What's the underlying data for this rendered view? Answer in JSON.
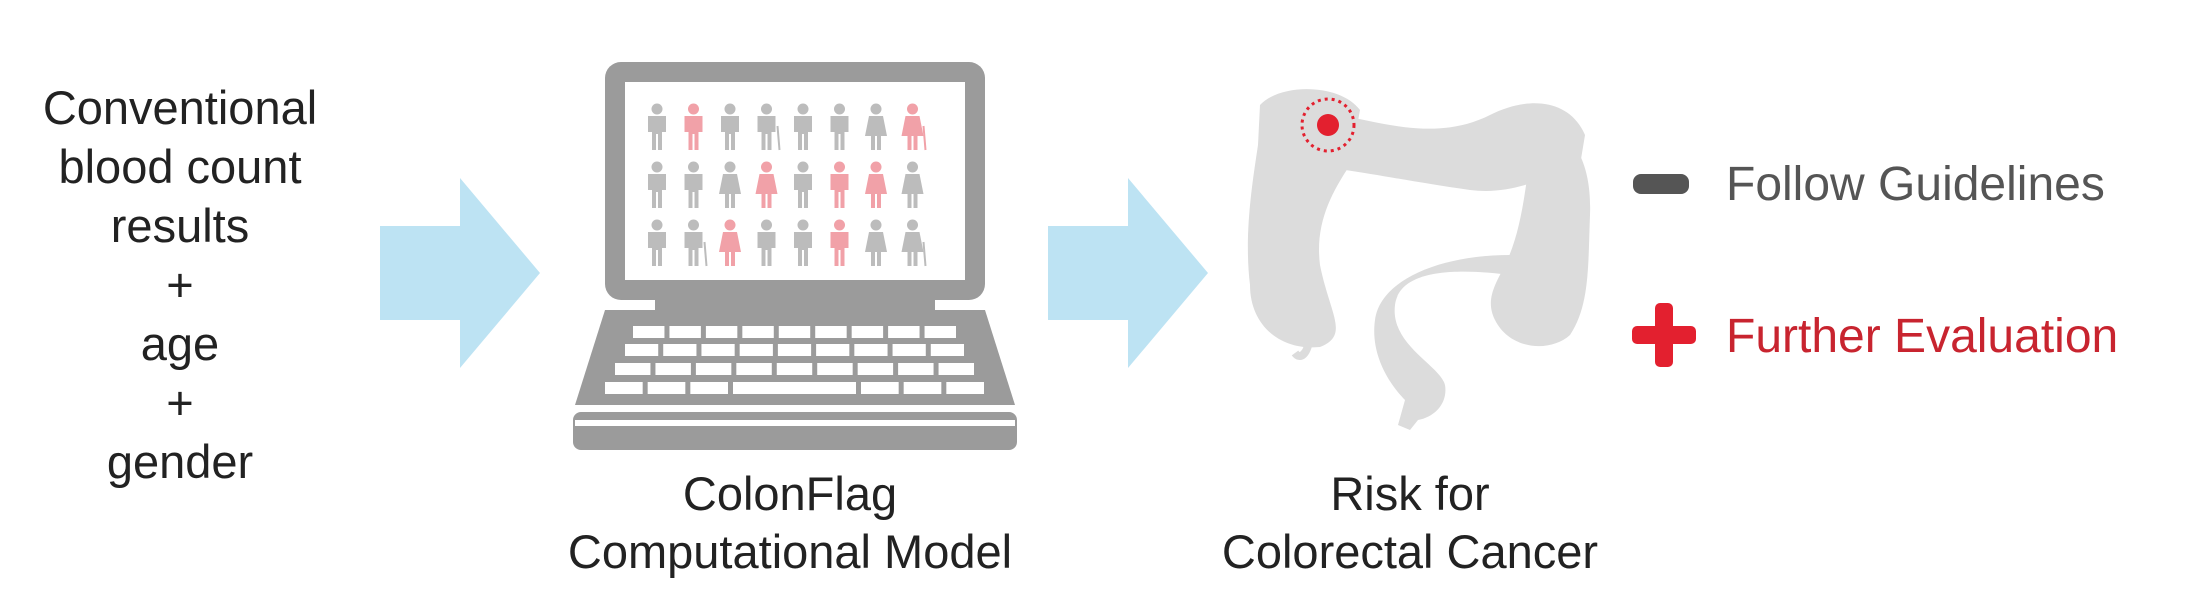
{
  "input": {
    "lines": [
      "Conventional",
      "blood count",
      "results",
      "+",
      "age",
      "+",
      "gender"
    ]
  },
  "model": {
    "caption_line1": "ColonFlag",
    "caption_line2": "Computational Model"
  },
  "risk": {
    "caption_line1": "Risk for",
    "caption_line2": "Colorectal Cancer"
  },
  "outcomes": {
    "follow_label": "Follow Guidelines",
    "further_label": "Further Evaluation"
  },
  "people_grid": {
    "rows": [
      [
        "m",
        "m-pink",
        "m",
        "m-cane",
        "m",
        "m",
        "f",
        "f-pink-cane"
      ],
      [
        "m",
        "m",
        "f",
        "f-pink",
        "m",
        "m-pink",
        "f-pink",
        "f"
      ],
      [
        "m",
        "m-cane",
        "f-pink",
        "m",
        "m",
        "m-pink",
        "f",
        "f-cane"
      ]
    ]
  },
  "colors": {
    "arrow": "#bde3f3",
    "device": "#9b9b9b",
    "person_gray": "#bcbcbc",
    "person_pink": "#f1a1a8",
    "colon": "#dcdcdc",
    "tumor": "#e3202f",
    "minus": "#555555",
    "plus": "#e3202f"
  },
  "icons": {
    "arrow1": "right-arrow-icon",
    "arrow2": "right-arrow-icon",
    "laptop": "laptop-icon",
    "colon": "colon-icon",
    "minus": "minus-icon",
    "plus": "plus-icon"
  }
}
